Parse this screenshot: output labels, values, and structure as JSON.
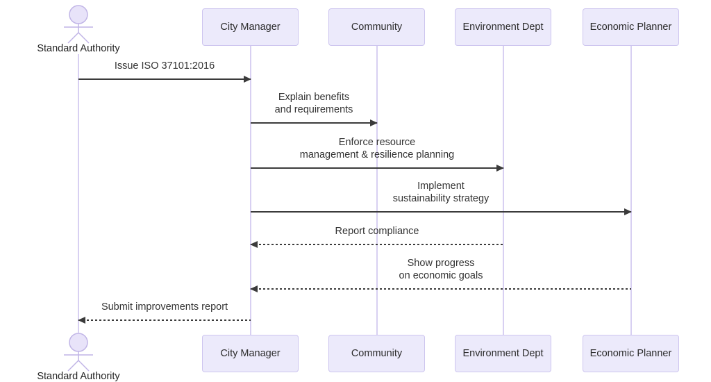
{
  "diagram": {
    "type": "sequence",
    "actors": [
      {
        "name": "Standard Authority",
        "kind": "actor"
      },
      {
        "name": "City Manager",
        "kind": "participant"
      },
      {
        "name": "Community",
        "kind": "participant"
      },
      {
        "name": "Environment Dept",
        "kind": "participant"
      },
      {
        "name": "Economic Planner",
        "kind": "participant"
      }
    ],
    "messages": [
      {
        "from": "Standard Authority",
        "to": "City Manager",
        "text": "Issue ISO 37101:2016",
        "line": "solid"
      },
      {
        "from": "City Manager",
        "to": "Community",
        "text": "Explain benefits\nand requirements",
        "line": "solid"
      },
      {
        "from": "City Manager",
        "to": "Environment Dept",
        "text": "Enforce resource\nmanagement & resilience planning",
        "line": "solid"
      },
      {
        "from": "City Manager",
        "to": "Economic Planner",
        "text": "Implement\nsustainability strategy",
        "line": "solid"
      },
      {
        "from": "Environment Dept",
        "to": "City Manager",
        "text": "Report compliance",
        "line": "dashed"
      },
      {
        "from": "Economic Planner",
        "to": "City Manager",
        "text": "Show progress\non economic goals",
        "line": "dashed"
      },
      {
        "from": "City Manager",
        "to": "Standard Authority",
        "text": "Submit improvements report",
        "line": "dashed"
      }
    ],
    "colors": {
      "participant_fill": "#ECEAFB",
      "participant_border": "#CDC5EF",
      "lifeline": "#D8D0F2",
      "actor_stroke": "#C0B4E6",
      "actor_fill": "#E8E3F9",
      "arrow": "#3B3B3B",
      "text": "#333333",
      "background": "#FFFFFF"
    }
  }
}
